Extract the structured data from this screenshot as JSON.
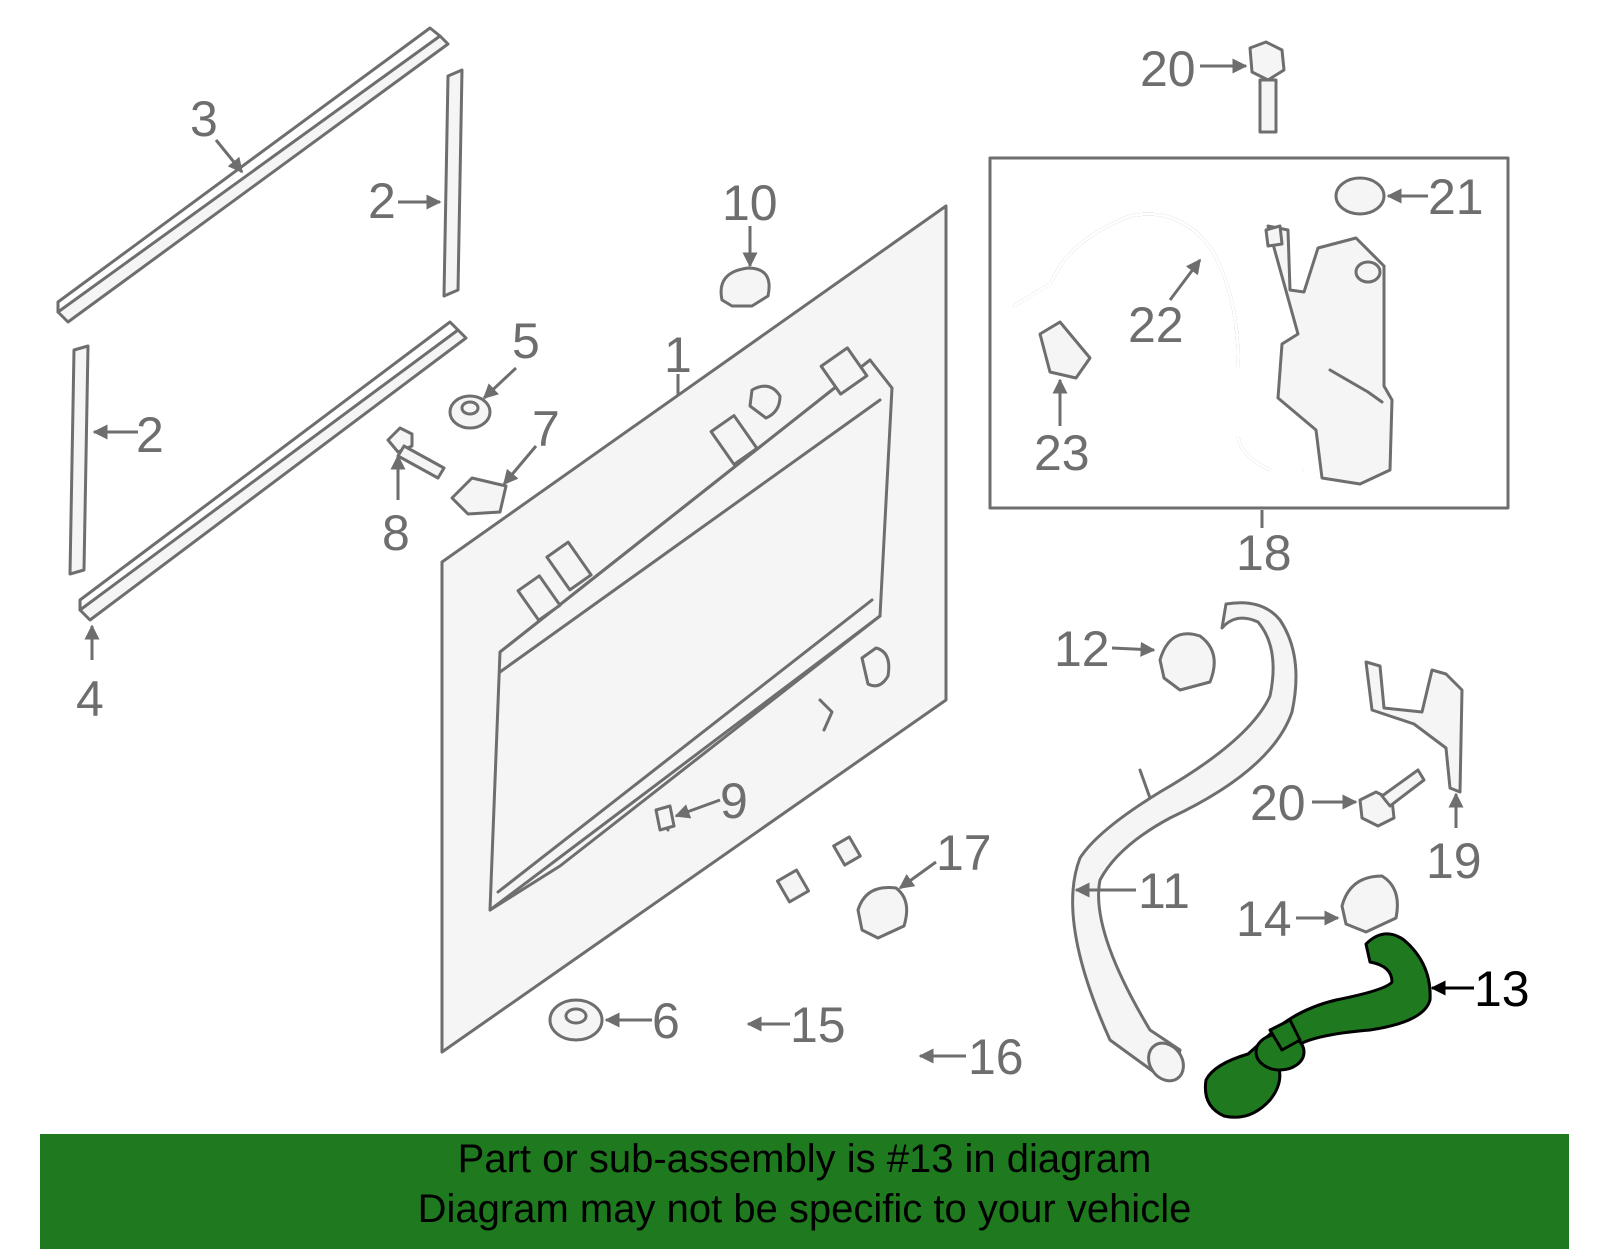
{
  "callouts": {
    "c1": "1",
    "c2a": "2",
    "c2b": "2",
    "c3": "3",
    "c4": "4",
    "c5": "5",
    "c6": "6",
    "c7": "7",
    "c8": "8",
    "c9": "9",
    "c10": "10",
    "c11": "11",
    "c12": "12",
    "c13": "13",
    "c14": "14",
    "c15": "15",
    "c16": "16",
    "c17": "17",
    "c18": "18",
    "c19": "19",
    "c20a": "20",
    "c20b": "20",
    "c21": "21",
    "c22": "22",
    "c23": "23"
  },
  "highlight_color": "#1f7a1f",
  "line_color": "#6e6e6e",
  "banner": {
    "line1": "Part or sub-assembly is #13 in diagram",
    "line2": "Diagram may not be specific to your vehicle"
  }
}
